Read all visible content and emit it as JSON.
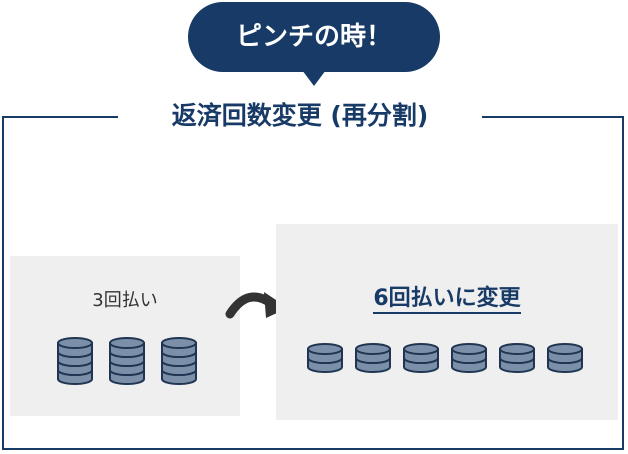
{
  "bubble": {
    "text": "ピンチの時！"
  },
  "frame": {
    "title": "返済回数変更 (再分割)"
  },
  "left_panel": {
    "label": "3回払い",
    "coin_icon": "coin-stack-icon",
    "stack_count": 3,
    "coins_per_stack": 4
  },
  "right_panel": {
    "label": "6回払いに変更",
    "coin_icon": "coin-stack-icon",
    "stack_count": 6,
    "coins_per_stack": 2
  },
  "arrow_icon": "curved-arrow-right-icon",
  "colors": {
    "navy": "#173a66",
    "coin_fill": "#7b90a8",
    "coin_stroke": "#1f3552",
    "panel_bg": "#efefef"
  }
}
